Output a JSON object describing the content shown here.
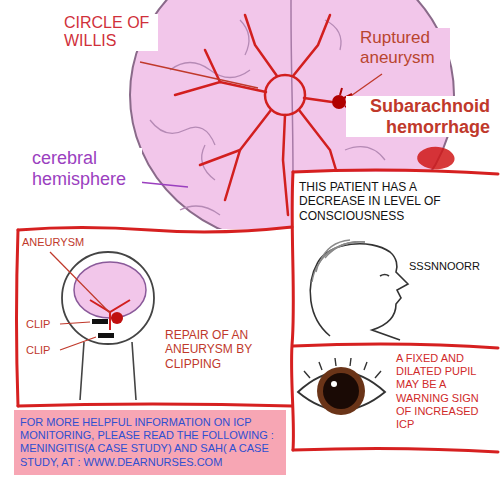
{
  "diagram": {
    "nodes": [
      {
        "text": [
          "THIS PATIENT HAS A DECREASE IN LEVEL OF CONSCIOUSNESS",
          "SSSNNOORR"
        ]
      },
      {
        "text": [
          "ANEURYSM",
          "CLIP",
          "CLIP",
          "REPAIR OF AN ANEURYSM BY CLIPPING"
        ]
      },
      {
        "text": [
          "A FIXED AND DILATED PUPIL MAY BE A WARNING SIGN OF INCREASED ICP"
        ]
      },
      {
        "text": [
          "FOR MORE HELPFUL INFORMATION ON ICP MONITORING, PLEASE READ THE FOLLOWING : MENINGITIS(A CASE STUDY) AND SAH( A CASE STUDY, AT : WWW.DEARNURSES.COM"
        ]
      }
    ],
    "labels": [
      "CIRCLE OF WILLIS",
      "Ruptured aneurysm",
      "Subarachnoid hemorrhage",
      "cerebral hemisphere"
    ]
  }
}
